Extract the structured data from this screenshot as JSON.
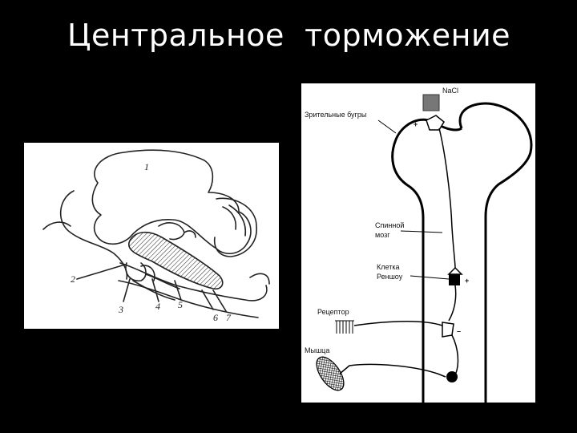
{
  "slide": {
    "title": "Центральное  торможение"
  },
  "brain_figure": {
    "numbers": [
      "1",
      "2",
      "3",
      "4",
      "5",
      "6",
      "7"
    ]
  },
  "cord_figure": {
    "labels": {
      "nacl": "NaCl",
      "thalamus": "Зрительные бугры",
      "spinal_cord_line1": "Спинной",
      "spinal_cord_line2": "мозг",
      "renshaw_line1": "Клетка",
      "renshaw_line2": "Реншоу",
      "receptor": "Рецептор",
      "muscle": "Мышца"
    },
    "signs": {
      "plus_top": "+",
      "plus_renshaw": "+",
      "minus": "–"
    },
    "colors": {
      "nacl_crystal": "#777777"
    }
  }
}
